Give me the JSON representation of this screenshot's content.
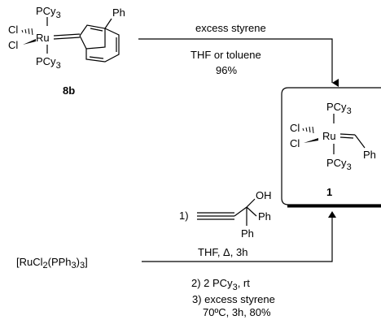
{
  "compound_8b": {
    "top_ligand": "PCy",
    "top_ligand_sub": "3",
    "bottom_ligand": "PCy",
    "bottom_ligand_sub": "3",
    "cl_upper": "Cl",
    "cl_lower": "Cl",
    "metal": "Ru",
    "substituent": "Ph",
    "label": "8b"
  },
  "upper_reaction": {
    "reagent": "excess styrene",
    "solvent": "THF or toluene",
    "yield": "96%"
  },
  "compound_1": {
    "top_ligand": "PCy",
    "top_ligand_sub": "3",
    "bottom_ligand": "PCy",
    "bottom_ligand_sub": "3",
    "cl_upper": "Cl",
    "cl_lower": "Cl",
    "metal": "Ru",
    "substituent": "Ph",
    "label": "1"
  },
  "lower_reaction": {
    "starting_material_prefix": "[RuCl",
    "starting_material_sub1": "2",
    "starting_material_mid": "(PPh",
    "starting_material_sub2": "3",
    "starting_material_suffix": ")",
    "starting_material_sub3": "3",
    "starting_material_close": "]",
    "step1_number": "1)",
    "alkynol_oh": "OH",
    "alkynol_ph1": "Ph",
    "alkynol_ph2": "Ph",
    "step1_conditions": "THF, Δ, 3h",
    "step2": "2) 2 PCy",
    "step2_sub": "3",
    "step2_suffix": ", rt",
    "step3_line1": "3) excess styrene",
    "step3_line2": "70ºC, 3h, 80%"
  }
}
